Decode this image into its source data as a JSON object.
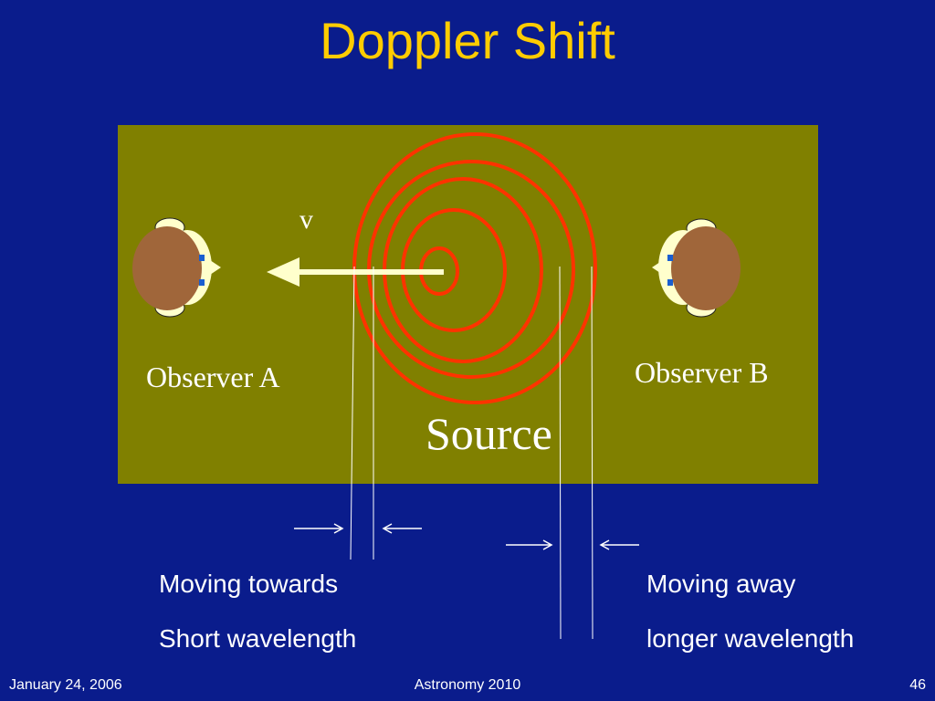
{
  "slide": {
    "title": "Doppler Shift"
  },
  "diagram": {
    "observer_a": "Observer A",
    "observer_b": "Observer B",
    "source": "Source",
    "velocity": "v",
    "colors": {
      "background": "#0a1c8c",
      "panel": "#808000",
      "waves": "#ff3300",
      "title": "#ffcc00",
      "arrow": "#ffffcc",
      "hair": "#a0663a",
      "face": "#ffffcc",
      "eyes": "#1a5fd0"
    }
  },
  "captions": {
    "towards": [
      "Moving towards",
      "Short wavelength"
    ],
    "away": [
      "Moving away",
      "longer wavelength"
    ]
  },
  "footer": {
    "date": "January 24, 2006",
    "course": "Astronomy 2010",
    "page": "46"
  }
}
